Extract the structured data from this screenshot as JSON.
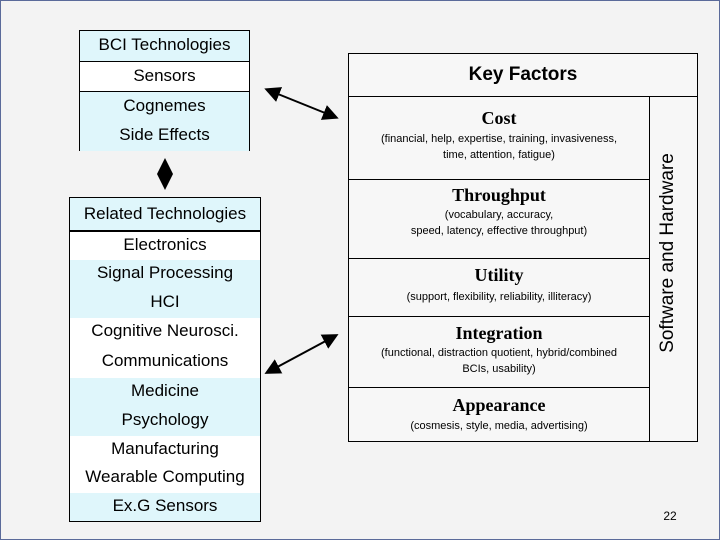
{
  "bci": {
    "title": "BCI Technologies",
    "items": [
      "Sensors",
      "Cognemes",
      "Side Effects"
    ]
  },
  "related": {
    "title": "Related Technologies",
    "items": [
      "Electronics",
      "Signal Processing",
      "HCI",
      "Cognitive Neurosci.",
      "Communications",
      "Medicine",
      "Psychology",
      "Manufacturing",
      "Wearable Computing",
      "Ex.G Sensors"
    ]
  },
  "key_factors": {
    "title": "Key Factors",
    "side_label": "Software and Hardware",
    "factors": [
      {
        "title": "Cost",
        "desc": [
          "(financial, help, expertise, training, invasiveness,",
          "time, attention, fatigue)"
        ]
      },
      {
        "title": "Throughput",
        "desc": [
          "(vocabulary, accuracy,",
          "speed, latency, effective throughput)"
        ]
      },
      {
        "title": "Utility",
        "desc": [
          "(support, flexibility, reliability, illiteracy)"
        ]
      },
      {
        "title": "Integration",
        "desc": [
          "(functional, distraction quotient, hybrid/combined",
          "BCIs, usability)"
        ]
      },
      {
        "title": "Appearance",
        "desc": [
          "(cosmesis, style, media, advertising)"
        ]
      }
    ]
  },
  "page_number": "22"
}
